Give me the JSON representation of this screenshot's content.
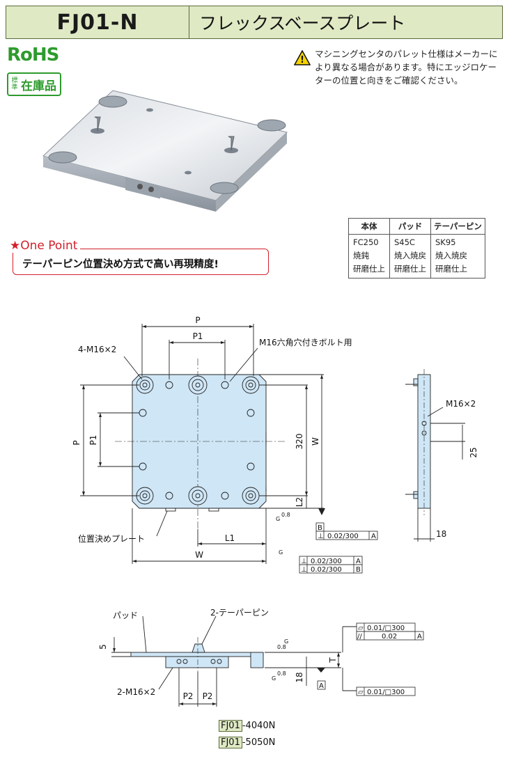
{
  "header": {
    "code": "FJ01-N",
    "name": "フレックスベースプレート"
  },
  "badges": {
    "rohs": "RoHS",
    "stock_small": "標準",
    "stock_big": "在庫品"
  },
  "warning": {
    "icon": "warning-triangle-icon",
    "text": "マシニングセンタのパレット仕様はメーカーにより異なる場合があります。特にエッジロケーターの位置と向きをご確認ください。"
  },
  "one_point": {
    "title": "★One Point",
    "text": "テーパーピン位置決め方式で高い再現精度!"
  },
  "materials": {
    "headers": [
      "本体",
      "パッド",
      "テーパーピン"
    ],
    "rows": [
      [
        "FC250",
        "S45C",
        "SK95"
      ],
      [
        "焼鈍",
        "焼入焼戻",
        "焼入焼戻"
      ],
      [
        "研磨仕上",
        "研磨仕上",
        "研磨仕上"
      ]
    ]
  },
  "drawing_top": {
    "P": "P",
    "P1": "P1",
    "bolt_note": "M16六角穴付きボルト用",
    "tap": "4-M16×2",
    "W_right": "W",
    "dim320": "320",
    "L2": "L2",
    "P_left": "P",
    "P1_left": "P1",
    "locator": "位置決めプレート",
    "L1": "L1",
    "W_bottom": "W",
    "datum_b": "B",
    "perp_1": "0.02/300",
    "perp_1_ref": "A",
    "perp_2": "0.02/300",
    "perp_2_ref": "A",
    "perp_3": "0.02/300",
    "perp_3_ref": "B",
    "finish": "G",
    "finish_val": "0.8",
    "perp_sym": "⊥"
  },
  "drawing_side": {
    "tap": "M16×2",
    "dim25": "25",
    "dim18": "18"
  },
  "drawing_front": {
    "pad": "パッド",
    "taper": "2-テーパーピン",
    "dim5": "5",
    "tap": "2-M16×2",
    "P2a": "P2",
    "P2b": "P2",
    "T": "T",
    "dim18": "18",
    "datum_a": "A",
    "flat1": "0.01/□300",
    "par": "0.02",
    "par_ref": "A",
    "flat2": "0.01/□300",
    "flat_sym": "▱",
    "par_sym": "//",
    "finish": "G",
    "finish_val": "0.8"
  },
  "models": [
    {
      "tag": "FJ01",
      "rest": "-4040N"
    },
    {
      "tag": "FJ01",
      "rest": "-5050N"
    }
  ]
}
